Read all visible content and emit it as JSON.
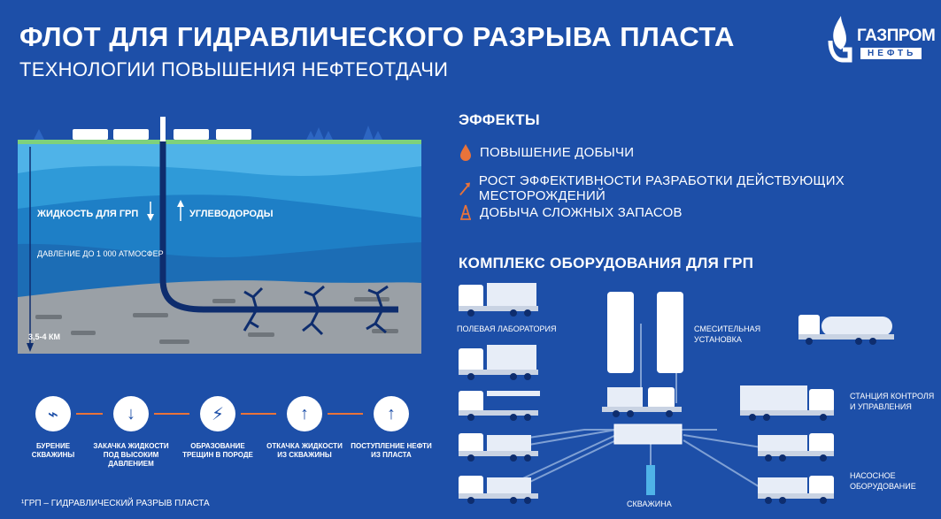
{
  "header": {
    "title": "ФЛОТ ДЛЯ ГИДРАВЛИЧЕСКОГО РАЗРЫВА ПЛАСТА",
    "subtitle": "ТЕХНОЛОГИИ ПОВЫШЕНИЯ НЕФТЕОТДАЧИ"
  },
  "logo": {
    "main": "ГАЗПРОМ",
    "sub": "НЕФТЬ"
  },
  "diagram": {
    "fluid_label": "ЖИДКОСТЬ ДЛЯ ГРП",
    "hydro_label": "УГЛЕВОДОРОДЫ",
    "pressure_label": "ДАВЛЕНИЕ ДО 1 000 АТМОСФЕР",
    "depth_label": "3,5-4 КМ"
  },
  "steps": [
    {
      "label_1": "БУРЕНИЕ",
      "label_2": "СКВАЖИНЫ",
      "icon": "drill-icon"
    },
    {
      "label_1": "ЗАКАЧКА ЖИДКОСТИ",
      "label_2": "ПОД ВЫСОКИМ ДАВЛЕНИЕМ",
      "icon": "arrow-down-icon"
    },
    {
      "label_1": "ОБРАЗОВАНИЕ",
      "label_2": "ТРЕЩИН В ПОРОДЕ",
      "icon": "crack-icon"
    },
    {
      "label_1": "ОТКАЧКА ЖИДКОСТИ",
      "label_2": "ИЗ СКВАЖИНЫ",
      "icon": "arrow-up-icon"
    },
    {
      "label_1": "ПОСТУПЛЕНИЕ НЕФТИ",
      "label_2": "ИЗ ПЛАСТА",
      "icon": "oil-inflow-icon"
    }
  ],
  "footnote": "¹ГРП – ГИДРАВЛИЧЕСКИЙ РАЗРЫВ ПЛАСТА",
  "effects": {
    "title": "ЭФФЕКТЫ",
    "items": [
      {
        "label": "ПОВЫШЕНИЕ ДОБЫЧИ",
        "icon": "oil-drop-icon"
      },
      {
        "label": "РОСТ ЭФФЕКТИВНОСТИ РАЗРАБОТКИ ДЕЙСТВУЮЩИХ МЕСТОРОЖДЕНИЙ",
        "icon": "growth-arrow-icon"
      },
      {
        "label": "ДОБЫЧА СЛОЖНЫХ ЗАПАСОВ",
        "icon": "oil-rig-icon"
      }
    ]
  },
  "equipment": {
    "title": "КОМПЛЕКС ОБОРУДОВАНИЯ ДЛЯ ГРП",
    "field_lab": "ПОЛЕВАЯ ЛАБОРАТОРИЯ",
    "mixing_1": "СМЕСИТЕЛЬНАЯ",
    "mixing_2": "УСТАНОВКА",
    "control_1": "СТАНЦИЯ КОНТРОЛЯ",
    "control_2": "И УПРАВЛЕНИЯ",
    "pump_1": "НАСОСНОЕ",
    "pump_2": "ОБОРУДОВАНИЕ",
    "well": "СКВАЖИНА"
  },
  "colors": {
    "background": "#1d4fa8",
    "accent": "#e9733a",
    "ground": "#9aa0a6",
    "water_light": "#4fb3e8"
  }
}
